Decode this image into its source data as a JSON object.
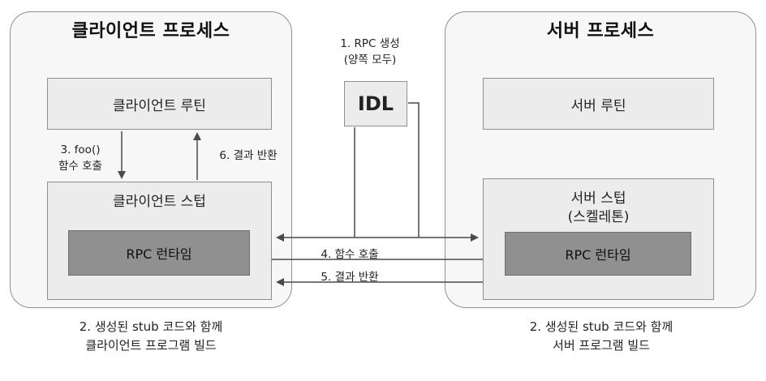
{
  "client": {
    "title": "클라이언트 프로세스",
    "routine_label": "클라이언트 루틴",
    "stub_label": "클라이언트 스텁",
    "runtime_label": "RPC 런타임",
    "call_note_line1": "3. foo()",
    "call_note_line2": "함수 호출",
    "return_note": "6. 결과 반환",
    "build_note_line1": "2. 생성된 stub 코드와 함께",
    "build_note_line2": "클라이언트 프로그램 빌드"
  },
  "idl": {
    "box_label": "IDL",
    "note_line1": "1. RPC 생성",
    "note_line2": "(양쪽 모두)"
  },
  "server": {
    "title": "서버 프로세스",
    "routine_label": "서버 루틴",
    "stub_label_line1": "서버 스텁",
    "stub_label_line2": "(스켈레톤)",
    "runtime_label": "RPC 런타임",
    "build_note_line1": "2. 생성된 stub 코드와 함께",
    "build_note_line2": "서버 프로그램 빌드"
  },
  "rpc_flow": {
    "call_label": "4. 함수 호출",
    "return_label": "5. 결과 반환"
  },
  "colors": {
    "container_fill": "#f7f7f7",
    "box_fill": "#ececec",
    "runtime_fill": "#909090",
    "border": "#8f8f8f",
    "line": "#4a4a4a"
  }
}
